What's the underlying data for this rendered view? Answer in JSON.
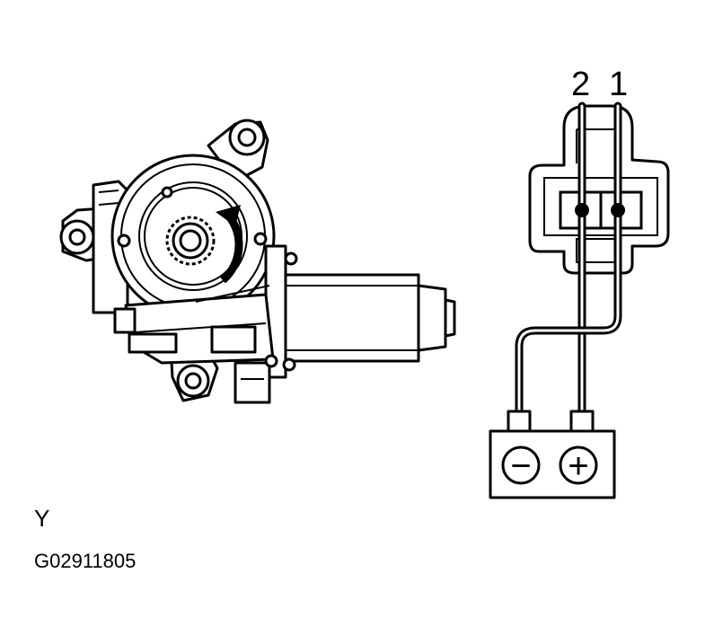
{
  "figure": {
    "view_label": "Y",
    "figure_code": "G02911805"
  },
  "connector": {
    "pin_2_label": "2",
    "pin_1_label": "1"
  },
  "battery": {
    "negative_label": "−",
    "positive_label": "+"
  },
  "colors": {
    "ink": "#000000",
    "paper": "#ffffff"
  }
}
